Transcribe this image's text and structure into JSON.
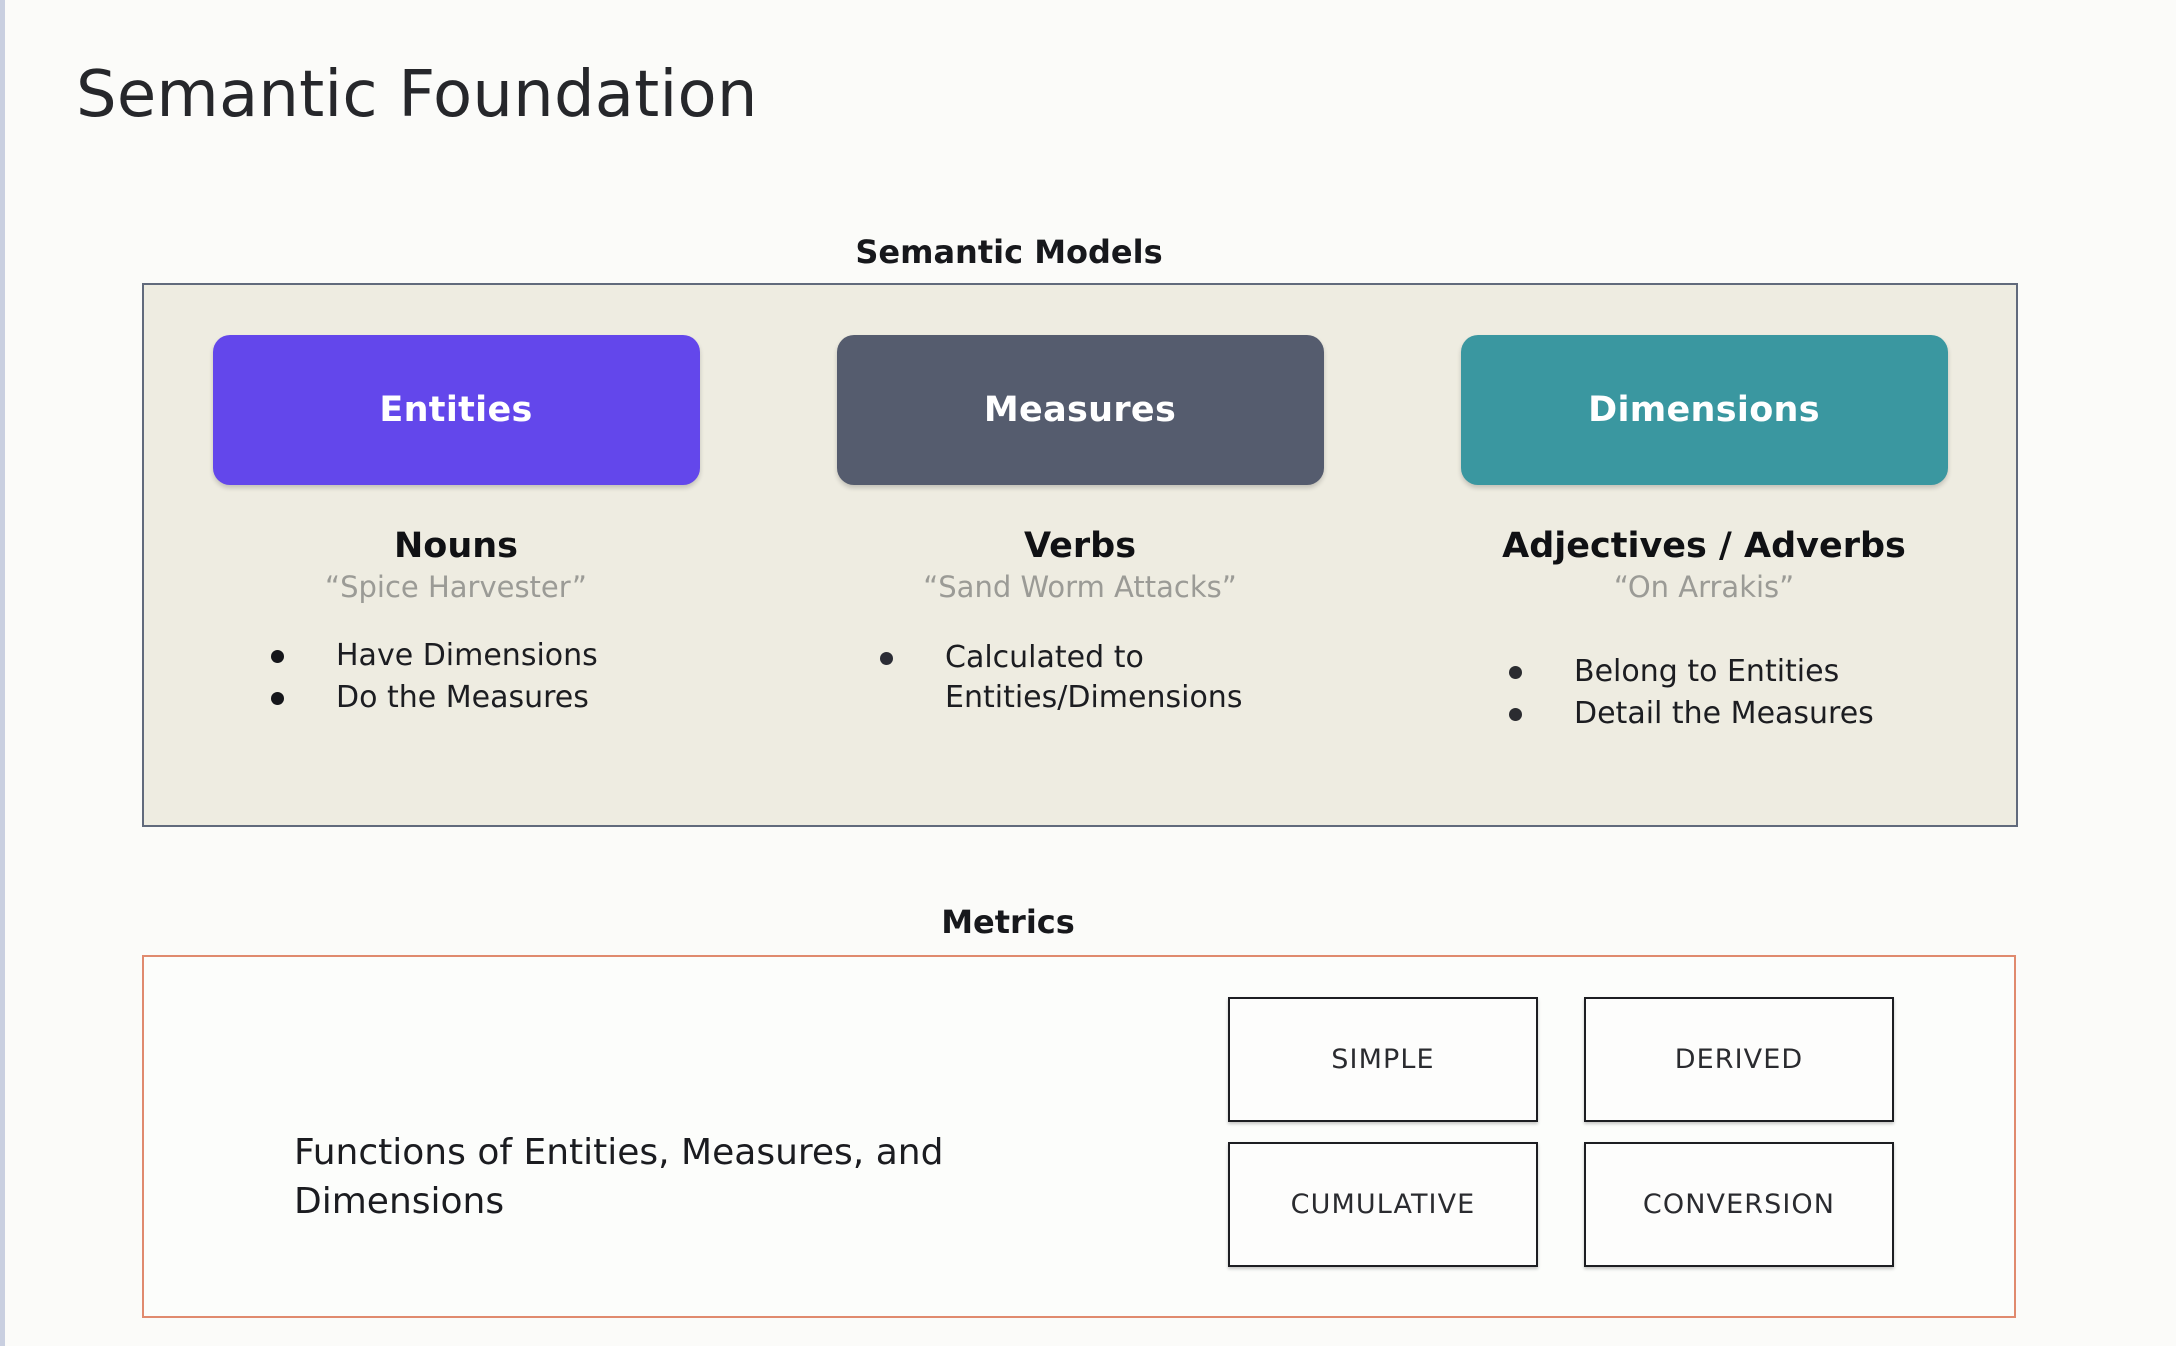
{
  "slide": {
    "title": "Semantic Foundation"
  },
  "semantic_models": {
    "caption": "Semantic Models",
    "panel_bg": "#eeece1",
    "panel_border": "#616a7c",
    "columns": [
      {
        "chip_label": "Entities",
        "chip_color": "#6347eb",
        "part_of_speech": "Nouns",
        "example": "“Spice Harvester”",
        "bullets": [
          "Have Dimensions",
          "Do the Measures"
        ]
      },
      {
        "chip_label": "Measures",
        "chip_color": "#555c6e",
        "part_of_speech": "Verbs",
        "example": "“Sand Worm Attacks”",
        "bullets": [
          "Calculated to Entities/Dimensions"
        ]
      },
      {
        "chip_label": "Dimensions",
        "chip_color": "#3a97a0",
        "part_of_speech": "Adjectives / Adverbs",
        "example": "“On Arrakis”",
        "bullets": [
          "Belong to Entities",
          "Detail the Measures"
        ]
      }
    ]
  },
  "metrics": {
    "caption": "Metrics",
    "panel_border": "#e08a6e",
    "description": "Functions of Entities, Measures, and Dimensions",
    "types": [
      "SIMPLE",
      "DERIVED",
      "CUMULATIVE",
      "CONVERSION"
    ]
  }
}
